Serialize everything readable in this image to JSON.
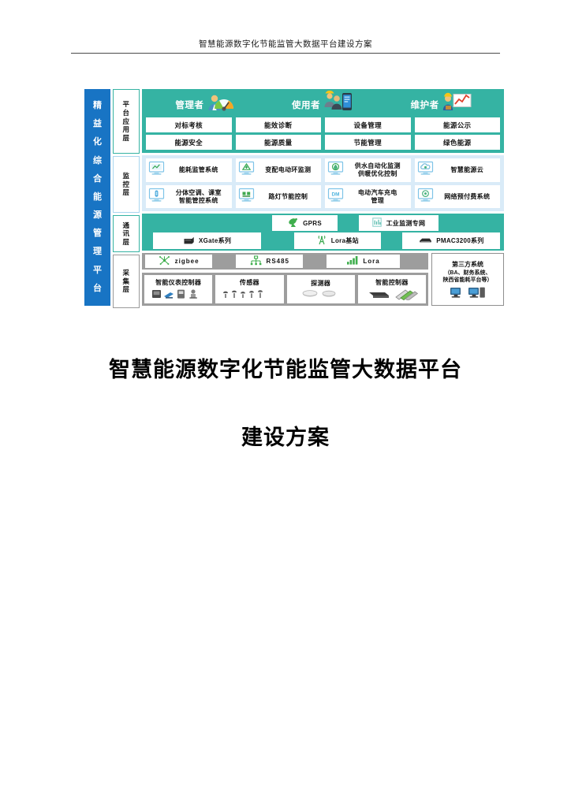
{
  "header": {
    "text": "智慧能源数字化节能监管大数据平台建设方案"
  },
  "diagram": {
    "platform_bar": {
      "label": "精益化综合能源管理平台",
      "chars": [
        "精",
        "益",
        "化",
        "综",
        "合",
        "能",
        "源",
        "管",
        "理",
        "平",
        "台"
      ],
      "color": "#1874c4"
    },
    "layers": [
      {
        "tag": "平台应用层",
        "tag_lines": [
          "平",
          "台",
          "应",
          "用",
          "层"
        ],
        "border": "#35b3a3"
      },
      {
        "tag": "监控层",
        "tag_lines": [
          "监",
          "控",
          "层"
        ],
        "border": "#a9d6ef"
      },
      {
        "tag": "通讯层",
        "tag_lines": [
          "通",
          "讯",
          "层"
        ],
        "border": "#35b3a3"
      },
      {
        "tag": "采集层",
        "tag_lines": [
          "采",
          "集",
          "层"
        ],
        "border": "#9a9a9a"
      }
    ],
    "application_layer": {
      "background": "#35b3a3",
      "roles": [
        {
          "label": "管理者",
          "icon": "manager-gauge-icon"
        },
        {
          "label": "使用者",
          "icon": "users-phone-icon"
        },
        {
          "label": "维护者",
          "icon": "maintainer-chart-icon"
        }
      ],
      "rows": [
        [
          "对标考核",
          "能效诊断",
          "设备管理",
          "能源公示"
        ],
        [
          "能源安全",
          "能源质量",
          "节能管理",
          "绿色能源"
        ]
      ]
    },
    "monitor_layer": {
      "background": "#d9ebf8",
      "rows": [
        [
          {
            "label": "能耗监管系统",
            "icon": "monitor-meter-icon"
          },
          {
            "label": "变配电动环监测",
            "icon": "monitor-power-icon"
          },
          {
            "label": "供水自动化监测\n供暖优化控制",
            "icon": "monitor-water-icon"
          },
          {
            "label": "智慧能源云",
            "icon": "monitor-cloud-icon"
          }
        ],
        [
          {
            "label": "分体空调、课室\n智能管控系统",
            "icon": "monitor-ac-icon"
          },
          {
            "label": "路灯节能控制",
            "icon": "monitor-lamp-icon"
          },
          {
            "label": "电动汽车充电\n管理",
            "icon": "monitor-ev-icon"
          },
          {
            "label": "网络预付费系统",
            "icon": "monitor-prepay-icon"
          }
        ]
      ]
    },
    "communication_layer": {
      "background": "#35b3a3",
      "top_items": [
        {
          "label": "GPRS",
          "icon": "satellite-dish-icon"
        },
        {
          "label": "工业监测专网",
          "icon": "industrial-network-icon"
        }
      ],
      "bottom_items": [
        {
          "label": "XGate系列",
          "icon": "gateway-device-icon"
        },
        {
          "label": "Lora基站",
          "icon": "lora-tower-icon"
        },
        {
          "label": "PMAC3200系列",
          "icon": "rack-device-icon"
        }
      ]
    },
    "acquisition_layer": {
      "background": "#9d9d9d",
      "protocols": [
        {
          "label": "zigbee",
          "icon": "zigbee-mesh-icon"
        },
        {
          "label": "RS485",
          "icon": "rs485-bus-icon"
        },
        {
          "label": "Lora",
          "icon": "lora-signal-icon"
        }
      ],
      "devices": [
        {
          "label": "智能仪表控制器",
          "icon": "smart-meter-icon"
        },
        {
          "label": "传感器",
          "icon": "sensor-icon"
        },
        {
          "label": "探测器",
          "icon": "detector-icon"
        },
        {
          "label": "智能控制器",
          "icon": "smart-controller-icon"
        }
      ],
      "third_party": {
        "title": "第三方系统",
        "subtitle": "（BA、财务系统、\n陕西省能耗平台等）",
        "icon": "desktop-computers-icon"
      }
    }
  },
  "document": {
    "title_line1": "智慧能源数字化节能监管大数据平台",
    "title_line2": "建设方案"
  }
}
